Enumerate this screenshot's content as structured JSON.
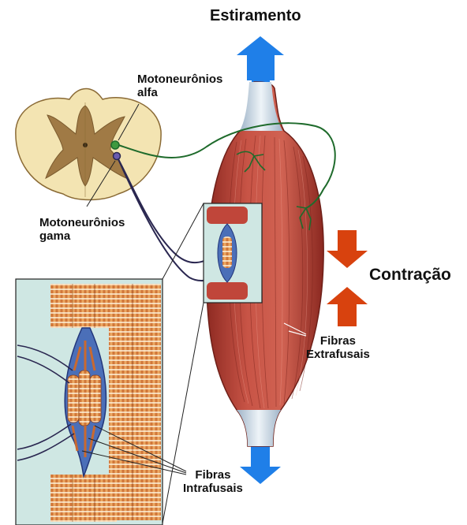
{
  "labels": {
    "stretch": "Estiramento",
    "alpha_line1": "Motoneurônios",
    "alpha_line2": "alfa",
    "gamma_line1": "Motoneurônios",
    "gamma_line2": "gama",
    "contraction": "Contração",
    "extra_line1": "Fibras",
    "extra_line2": "Extrafusais",
    "intra_line1": "Fibras",
    "intra_line2": "Intrafusais"
  },
  "colors": {
    "stretch_arrow": "#1f7fe8",
    "contraction_arrow": "#d8420e",
    "muscle": "#c0463a",
    "spinal_cord_white": "#f3e4b2",
    "spinal_cord_grey": "#a07a45",
    "alpha_nerve": "#1f6b2c",
    "gamma_nerve": "#2a2750",
    "spindle_capsule": "#4b6fb8",
    "inset_background": "#cfe7e3"
  }
}
